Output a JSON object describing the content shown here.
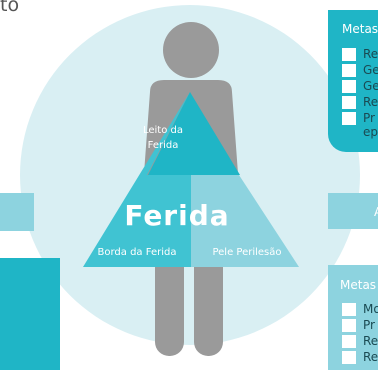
{
  "top_fragment": "to",
  "center": {
    "leito": [
      "Leito da",
      "Ferida"
    ],
    "ferida": "Ferida",
    "borda": "Borda da Ferida",
    "pele": "Pele Perilesão"
  },
  "right_panel_top": {
    "title": "Metas",
    "items": [
      {
        "text": "Re"
      },
      {
        "text": "Ge"
      },
      {
        "text": "Ge"
      },
      {
        "text": "Re"
      },
      {
        "text": "Pr",
        "text2": "ep"
      }
    ]
  },
  "right_arrow_text": "A",
  "right_panel_bottom": {
    "title": "Metas",
    "items": [
      {
        "text": "Mo"
      },
      {
        "text": "Pr"
      },
      {
        "text": "Re"
      },
      {
        "text": "Re"
      }
    ]
  },
  "colors": {
    "dark_teal": "#1fb5c6",
    "mid_teal": "#40c3d2",
    "light_teal": "#8dd3df",
    "circle": "#d9eff3",
    "figure": "#9a9a9a"
  }
}
